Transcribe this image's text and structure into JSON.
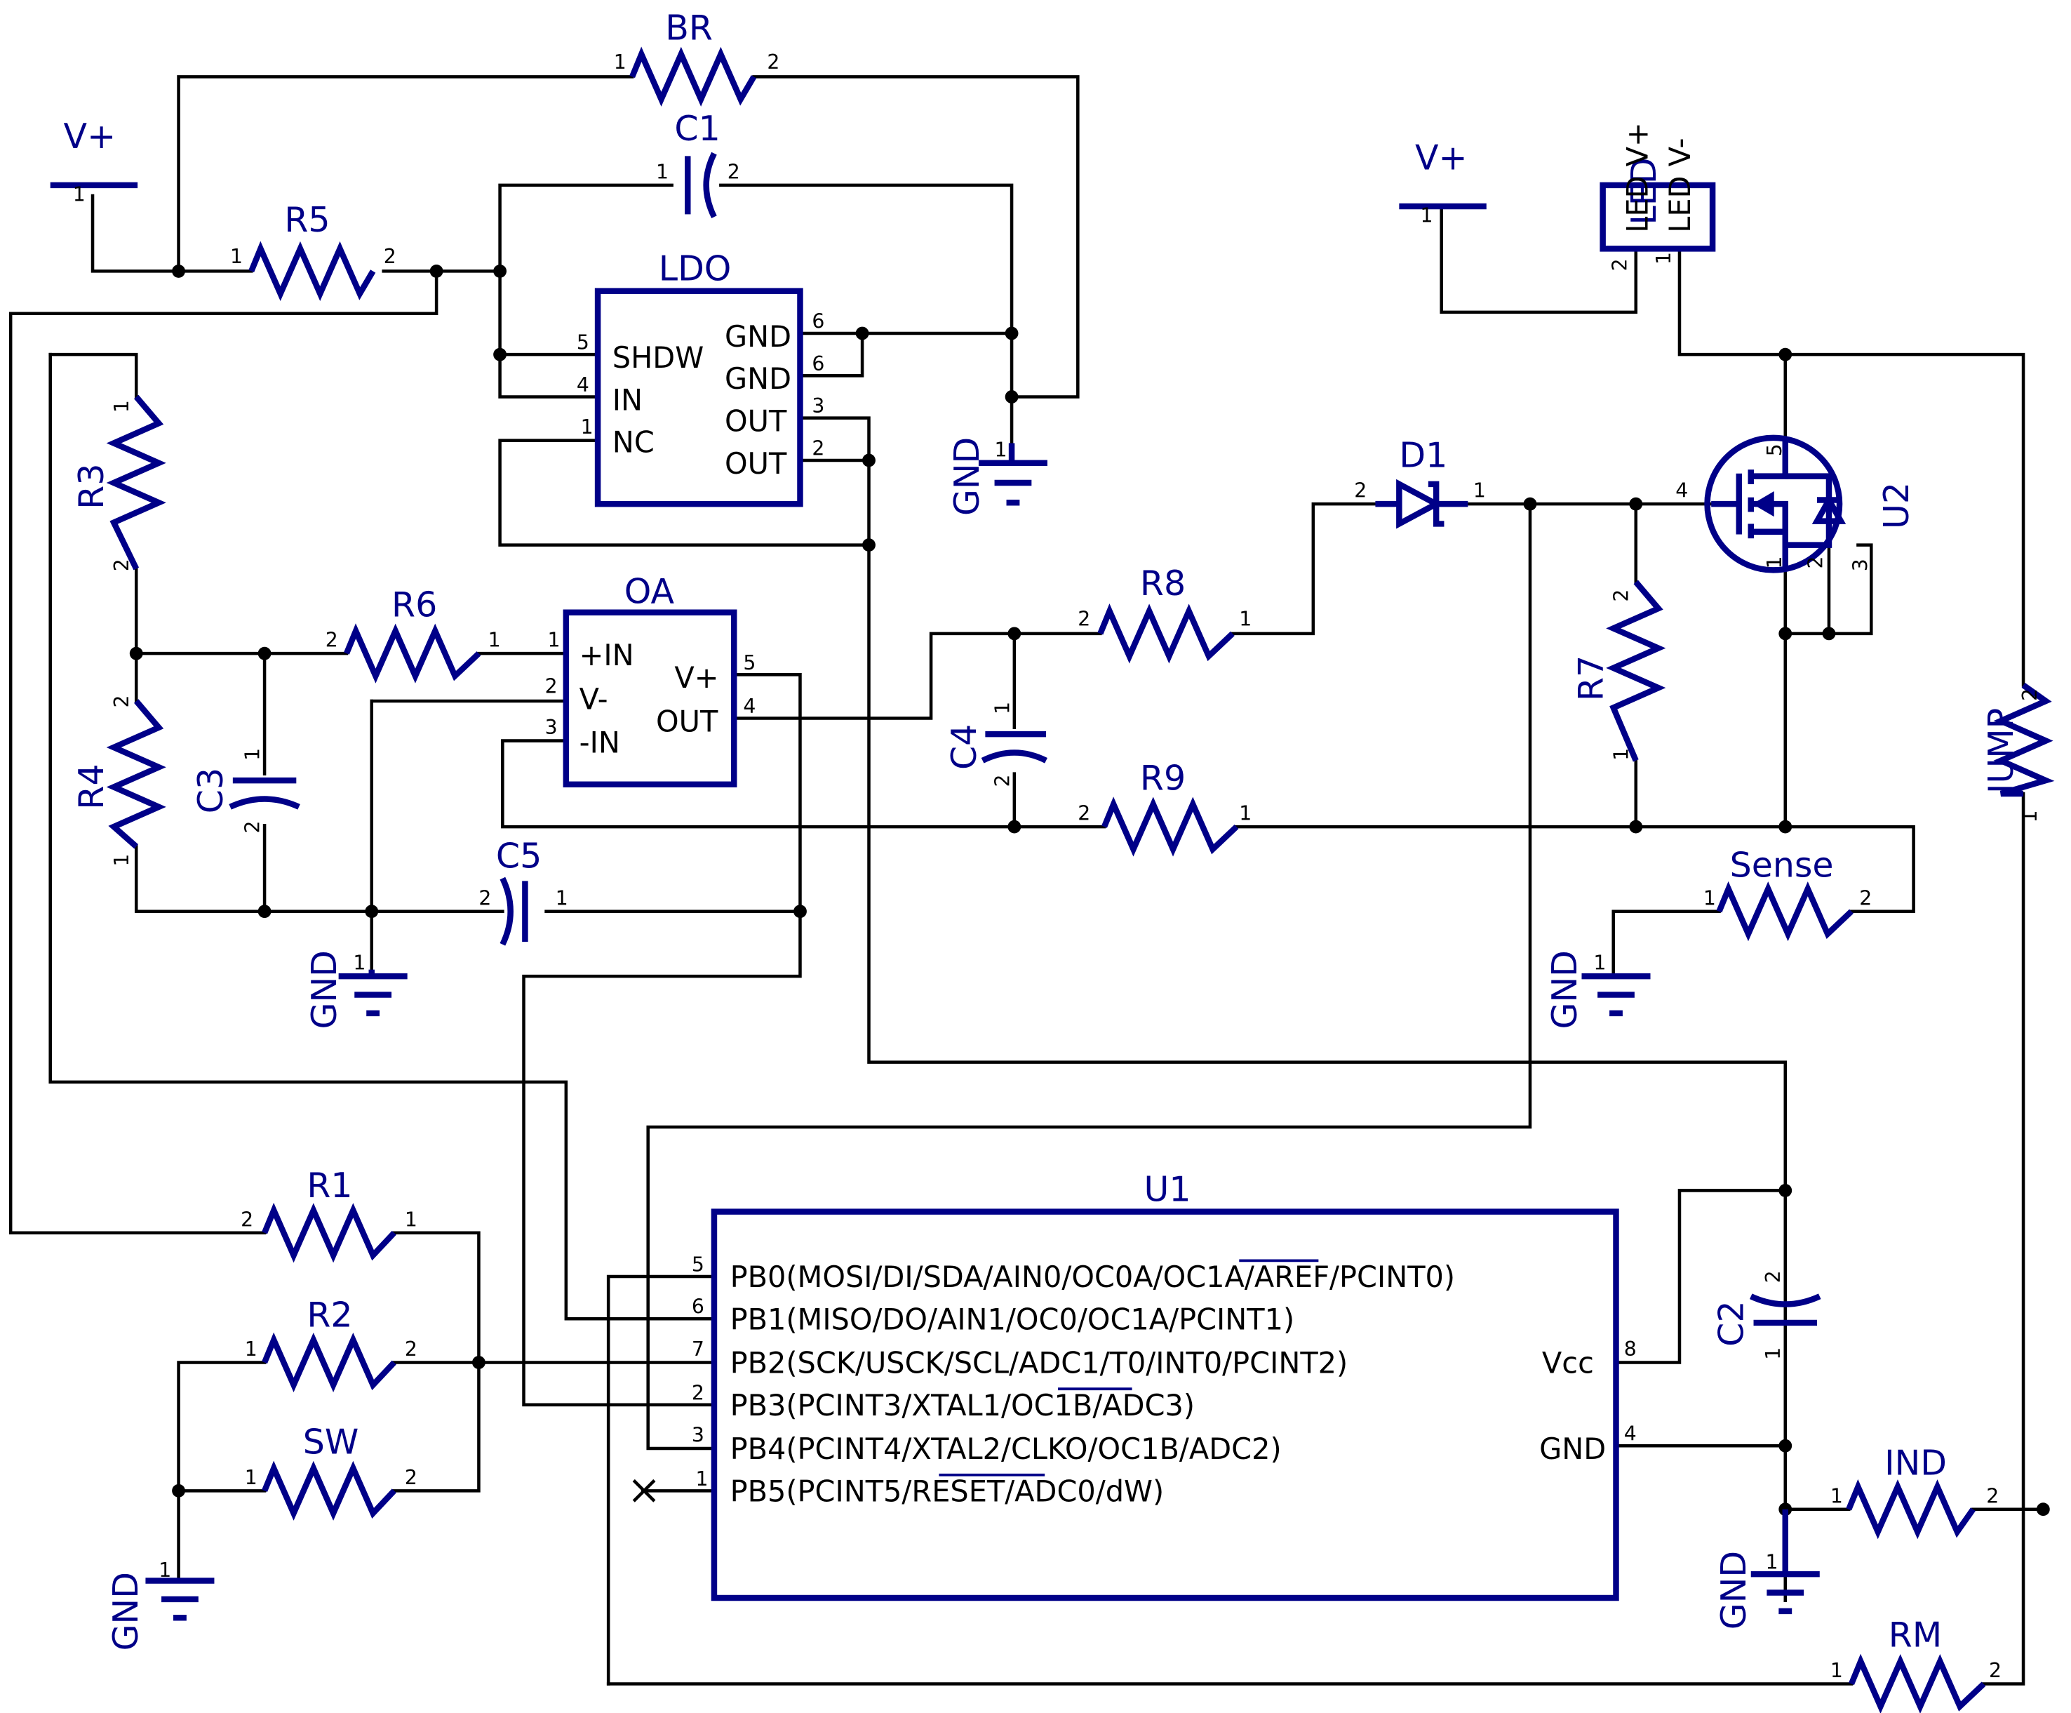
{
  "supply_label": "V+",
  "ground_label": "GND",
  "components": {
    "BR": "BR",
    "C1": "C1",
    "R5": "R5",
    "LDO": "LDO",
    "R3": "R3",
    "R4": "R4",
    "C3": "C3",
    "R6": "R6",
    "OA": "OA",
    "C5": "C5",
    "C4": "C4",
    "R8": "R8",
    "R9": "R9",
    "D1": "D1",
    "LED": "LED",
    "U2": "U2",
    "R7": "R7",
    "JUMP": "JUMP",
    "Sense": "Sense",
    "U1": "U1",
    "C2": "C2",
    "R1": "R1",
    "R2": "R2",
    "SW": "SW",
    "IND": "IND",
    "RM": "RM"
  },
  "ldo_pins": [
    "SHDW",
    "IN",
    "NC",
    "GND",
    "GND",
    "OUT",
    "OUT"
  ],
  "oa_pins": [
    "+IN",
    "V-",
    "-IN",
    "V+",
    "OUT"
  ],
  "led_pins": [
    "LED V+",
    "LED V-"
  ],
  "u1_pins": {
    "left": [
      "PB0(MOSI/DI/SDA/AIN0/OC0A/OC1A/AREF/PCINT0)",
      "PB1(MISO/DO/AIN1/OC0/OC1A/PCINT1)",
      "PB2(SCK/USCK/SCL/ADC1/T0/INT0/PCINT2)",
      "PB3(PCINT3/XTAL1/OC1B/ADC3)",
      "PB4(PCINT4/XTAL2/CLKO/OC1B/ADC2)",
      "PB5(PCINT5/RESET/ADC0/dW)"
    ],
    "right": [
      "Vcc",
      "GND"
    ]
  }
}
